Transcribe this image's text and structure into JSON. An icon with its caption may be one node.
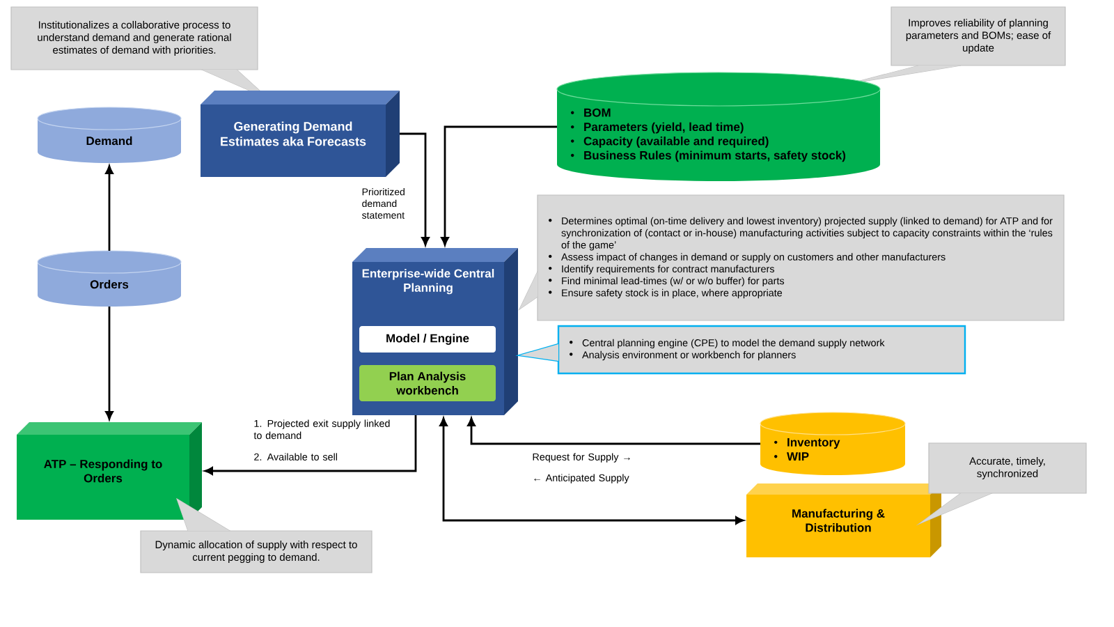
{
  "diagram": {
    "nodes": [
      {
        "text": [
          "Institutionalizes a collaborative process to understand demand and generate rational estimates of demand with priorities."
        ]
      },
      {
        "text": [
          "Generating Demand Estimates aka Forecasts"
        ]
      },
      {
        "text": [
          "Improves reliability of planning parameters and BOMs; ease of update"
        ]
      },
      {
        "text": [
          "BOM",
          "Parameters (yield, lead time)",
          "Capacity (available and required)",
          "Business Rules (minimum starts, safety stock)"
        ]
      },
      {
        "text": [
          "Demand"
        ]
      },
      {
        "text": [
          "Orders"
        ]
      },
      {
        "text": [
          "Enterprise-wide Central Planning"
        ]
      },
      {
        "text": [
          "Model / Engine"
        ],
        "in": 6
      },
      {
        "text": [
          "Plan Analysis workbench"
        ],
        "in": 6
      },
      {
        "text": [
          "Determines optimal (on-time delivery and lowest inventory) projected supply (linked to demand) for ATP and for synchronization of (contact or in-house) manufacturing activities subject to capacity constraints within the ‘rules of the game’",
          "Assess impact of changes in demand or supply on customers and other manufacturers",
          "Identify requirements for contract manufacturers",
          "Find minimal lead-times (w/ or w/o buffer) for parts",
          "Ensure safety stock is in place, where appropriate"
        ]
      },
      {
        "text": [
          "Central planning engine (CPE) to model the demand supply network",
          "Analysis environment or workbench for planners"
        ]
      },
      {
        "text": [
          "Inventory",
          "WIP"
        ]
      },
      {
        "text": [
          "ATP – Responding to Orders"
        ]
      },
      {
        "text": [
          "Dynamic allocation of supply with respect to current pegging to demand."
        ]
      },
      {
        "text": [
          "Manufacturing & Distribution"
        ]
      },
      {
        "text": [
          "Accurate, timely, synchronized"
        ]
      }
    ],
    "edges": [
      {
        "from": 5,
        "to": 4,
        "arrow": "to"
      },
      {
        "from": 5,
        "to": 12,
        "arrow": "to"
      },
      {
        "from": 1,
        "to": 6,
        "arrow": "to",
        "label": "Prioritized demand statement"
      },
      {
        "from": 3,
        "to": 6,
        "arrow": "to"
      },
      {
        "from": 6,
        "to": 12,
        "arrow": "to"
      },
      {
        "from": 11,
        "to": 6,
        "arrow": "to"
      },
      {
        "from": 6,
        "to": 14,
        "arrow": "both"
      }
    ],
    "labels": [
      "1. Projected exit supply linked to demand",
      "2. Available to sell",
      "Request for Supply →",
      "← Anticipated Supply"
    ]
  }
}
